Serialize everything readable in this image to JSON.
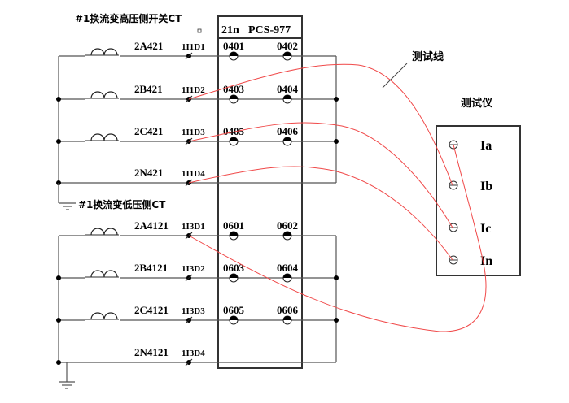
{
  "title_hv": "#1换流变高压侧开关CT",
  "title_lv": "#1换流变低压侧CT",
  "device": {
    "name": "21n",
    "model": "PCS-977"
  },
  "test_wire_label": "测试线",
  "tester": {
    "title": "测试仪",
    "terminals": [
      "Ia",
      "Ib",
      "Ic",
      "In"
    ]
  },
  "hv_group": {
    "rows": [
      {
        "ct": "2A421",
        "term": "1I1D1",
        "left": "0401",
        "right": "0402"
      },
      {
        "ct": "2B421",
        "term": "1I1D2",
        "left": "0403",
        "right": "0404"
      },
      {
        "ct": "2C421",
        "term": "1I1D3",
        "left": "0405",
        "right": "0406"
      },
      {
        "ct": "2N421",
        "term": "1I1D4",
        "left": "",
        "right": ""
      }
    ]
  },
  "lv_group": {
    "rows": [
      {
        "ct": "2A4121",
        "term": "1I3D1",
        "left": "0601",
        "right": "0602"
      },
      {
        "ct": "2B4121",
        "term": "1I3D2",
        "left": "0603",
        "right": "0604"
      },
      {
        "ct": "2C4121",
        "term": "1I3D3",
        "left": "0605",
        "right": "0606"
      },
      {
        "ct": "2N4121",
        "term": "1I3D4",
        "left": "",
        "right": ""
      }
    ]
  },
  "colors": {
    "test_wire": "#f04848",
    "line": "#555555"
  }
}
